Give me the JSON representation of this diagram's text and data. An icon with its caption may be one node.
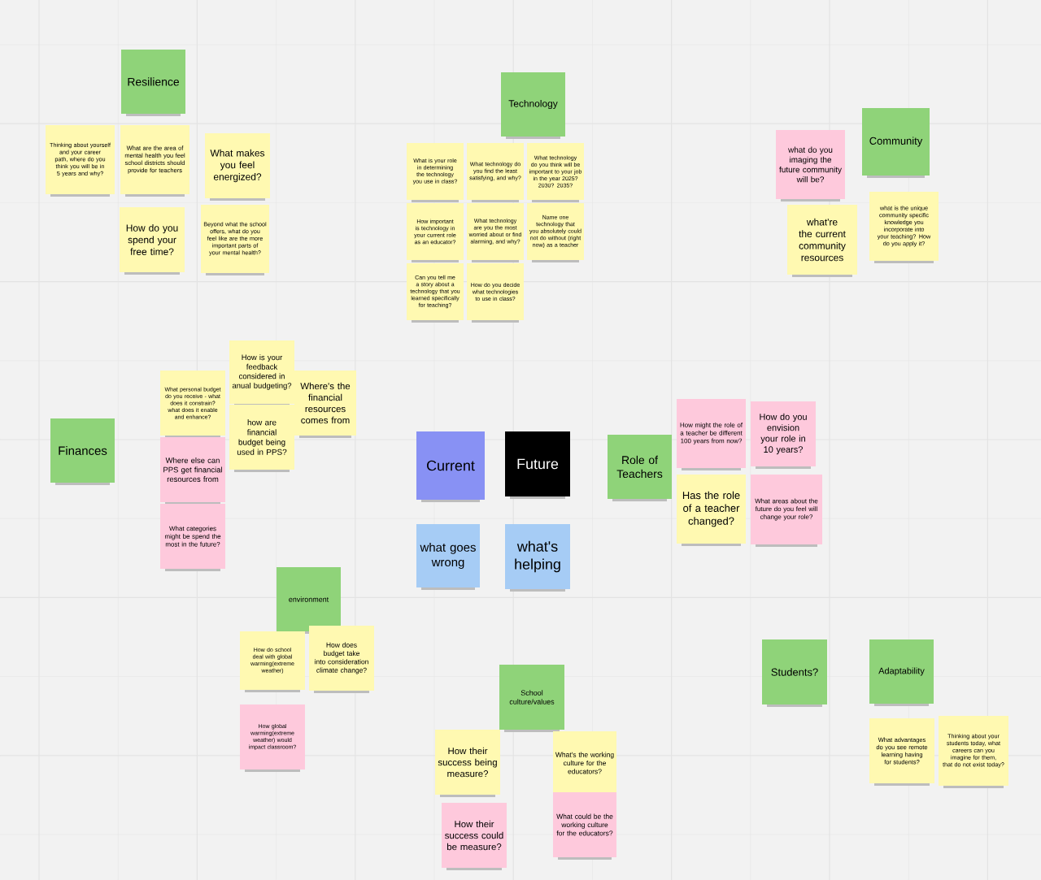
{
  "diagram": {
    "nodes": [
      {
        "text": [
          "Resilience"
        ]
      },
      {
        "text": [
          "Thinking about yourself and your career path, where do you think you will be in 5 years and why?"
        ]
      },
      {
        "text": [
          "What are the area of mental health you feel school districts should provide for teachers"
        ]
      },
      {
        "text": [
          "What makes you feel energized?"
        ]
      },
      {
        "text": [
          "How do you spend your free time?"
        ]
      },
      {
        "text": [
          "Beyond what the school offers, what do you feel like are the more important parts of your mental health?"
        ]
      },
      {
        "text": [
          "Technology"
        ]
      },
      {
        "text": [
          "What is your role in determining the technology you use in class?"
        ]
      },
      {
        "text": [
          "What technology do you find the least satisfying, and why?"
        ]
      },
      {
        "text": [
          "What technology do you think will be important to your job in the year 2025? 2030? 2035?"
        ]
      },
      {
        "text": [
          "How important is technology in your current role as an educator?"
        ]
      },
      {
        "text": [
          "What technology are you the most worried about or find alarming, and why?"
        ]
      },
      {
        "text": [
          "Name one technology that you absolutely could not do without (right now) as a teacher"
        ]
      },
      {
        "text": [
          "Can you tell me a story about a technology that you learned specifically for teaching?"
        ]
      },
      {
        "text": [
          "How do you decide what technologies to use in class?"
        ]
      },
      {
        "text": [
          "Community"
        ]
      },
      {
        "text": [
          "what do you imaging the future community will be?"
        ]
      },
      {
        "text": [
          "what're the current community resources"
        ]
      },
      {
        "text": [
          "what is the unique community specific knowledge you incorporate into your teaching? How do you apply it?"
        ]
      },
      {
        "text": [
          "Finances"
        ]
      },
      {
        "text": [
          "What personal budget do you receive - what does it constrain? what does it enable and enhance?"
        ]
      },
      {
        "text": [
          "How is your feedback considered in anual budgeting?"
        ]
      },
      {
        "text": [
          "Where's the financial resources comes from"
        ]
      },
      {
        "text": [
          "how are financial budget being used in PPS?"
        ]
      },
      {
        "text": [
          "Where  else can PPS get financial resources from"
        ]
      },
      {
        "text": [
          "What categories might be spend the most in the future?"
        ]
      },
      {
        "text": [
          "Current"
        ]
      },
      {
        "text": [
          "Future"
        ]
      },
      {
        "text": [
          "what goes wrong"
        ]
      },
      {
        "text": [
          "what's helping"
        ]
      },
      {
        "text": [
          "Role of Teachers"
        ]
      },
      {
        "text": [
          "How might the role of a teacher be different 100 years from now?"
        ]
      },
      {
        "text": [
          "How do you envision your role in 10 years?"
        ]
      },
      {
        "text": [
          "Has the role of a teacher changed?"
        ]
      },
      {
        "text": [
          "What areas about the future do you feel will change your role?"
        ]
      },
      {
        "text": [
          "environment"
        ]
      },
      {
        "text": [
          "How do school deal with global warming(extreme weather)"
        ]
      },
      {
        "text": [
          "How does budget take into consideration climate change?"
        ]
      },
      {
        "text": [
          "How global warming(extreme weather) would impact classroom?"
        ]
      },
      {
        "text": [
          "School culture/values"
        ]
      },
      {
        "text": [
          "How their success being measure?"
        ]
      },
      {
        "text": [
          "What's the working culture for the educators?"
        ]
      },
      {
        "text": [
          "How their success could be measure?"
        ]
      },
      {
        "text": [
          "What could be the working culture for the educators?"
        ]
      },
      {
        "text": [
          "Students?"
        ]
      },
      {
        "text": [
          "Adaptability"
        ]
      },
      {
        "text": [
          "What advantages do you see remote learning having for students?"
        ]
      },
      {
        "text": [
          "Thinking about your students today, what careers can you imagine for them, that do not exist today?"
        ]
      }
    ],
    "edges": []
  }
}
